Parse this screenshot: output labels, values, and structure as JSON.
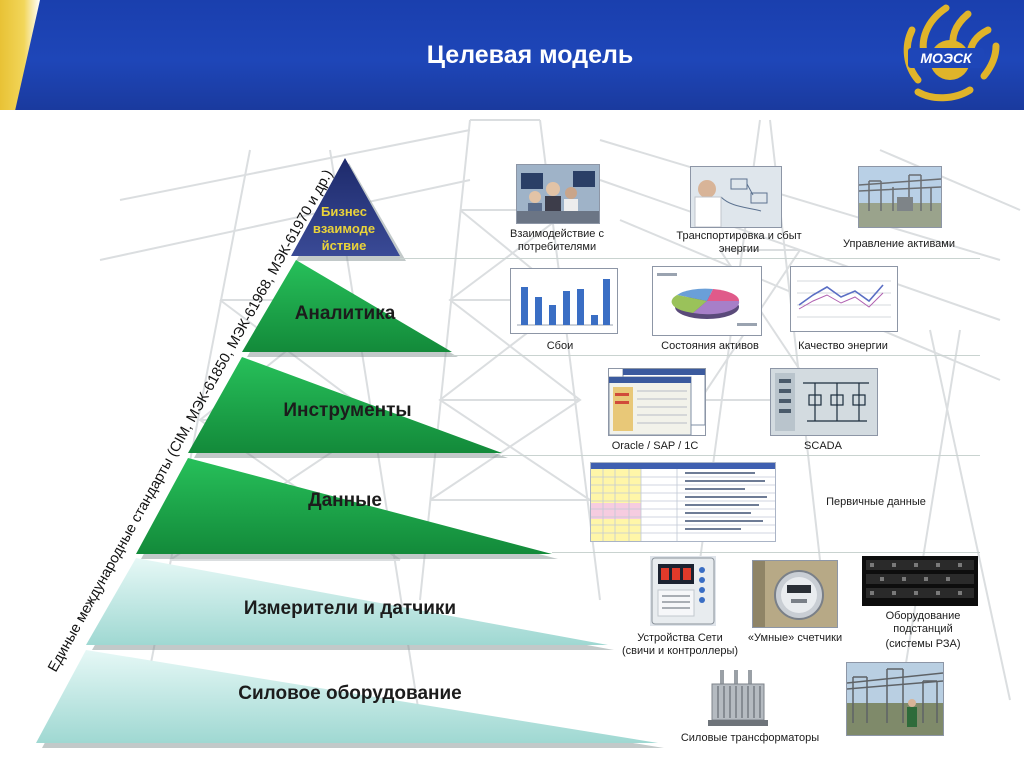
{
  "slide": {
    "title": "Целевая модель",
    "logo_text": "МОЭСК"
  },
  "side_caption": "Единые международные стандарты (CIM, МЭК-61850, МЭК-61968, МЭК-61970 и др.)",
  "pyramid": {
    "layers": [
      {
        "label_lines": [
          "Бизнес",
          "взаимоде",
          "йствие"
        ],
        "color": "#26357a"
      },
      {
        "label": "Аналитика",
        "color": "#1fa64a"
      },
      {
        "label": "Инструменты",
        "color": "#1fa64a"
      },
      {
        "label": "Данные",
        "color": "#1fa64a"
      },
      {
        "label": "Измерители и датчики",
        "color": "#c6ece9"
      },
      {
        "label": "Силовое оборудование",
        "color": "#c6ece9"
      }
    ]
  },
  "rows": {
    "business": [
      {
        "icon": "customer-interaction-photo-icon",
        "caption_lines": [
          "Взаимодействие с",
          "потребителями"
        ]
      },
      {
        "icon": "whiteboard-photo-icon",
        "caption_lines": [
          "Транспортировка и сбыт",
          "энергии"
        ]
      },
      {
        "icon": "substation-photo-icon",
        "caption_lines": [
          "Управление активами"
        ]
      }
    ],
    "analytics": [
      {
        "icon": "bar-chart-icon",
        "caption": "Сбои"
      },
      {
        "icon": "pie-chart-icon",
        "caption": "Состояния активов"
      },
      {
        "icon": "line-chart-icon",
        "caption": "Качество энергии"
      }
    ],
    "tools": [
      {
        "icon": "erp-window-icon",
        "caption": "Oracle / SAP / 1C"
      },
      {
        "icon": "scada-window-icon",
        "caption": "SCADA"
      }
    ],
    "data": [
      {
        "icon": "data-table-icon",
        "caption": "Первичные данные"
      }
    ],
    "meters": [
      {
        "icon": "network-controller-icon",
        "caption_lines": [
          "Устройства Сети",
          "(свичи и контроллеры)"
        ]
      },
      {
        "icon": "smart-meter-icon",
        "caption": "«Умные» счетчики"
      },
      {
        "icon": "substation-rack-icon",
        "caption_lines": [
          "Оборудование",
          "подстанций",
          "(системы РЗА)"
        ]
      }
    ],
    "power": [
      {
        "icon": "transformer-icon",
        "caption": "Силовые трансформаторы"
      },
      {
        "icon": "switchyard-photo-icon"
      }
    ]
  },
  "colors": {
    "header": "#1e46b8",
    "top_layer": "#26357a",
    "mid_layers": "#1fa64a",
    "base_layers": "#c6ece9"
  }
}
